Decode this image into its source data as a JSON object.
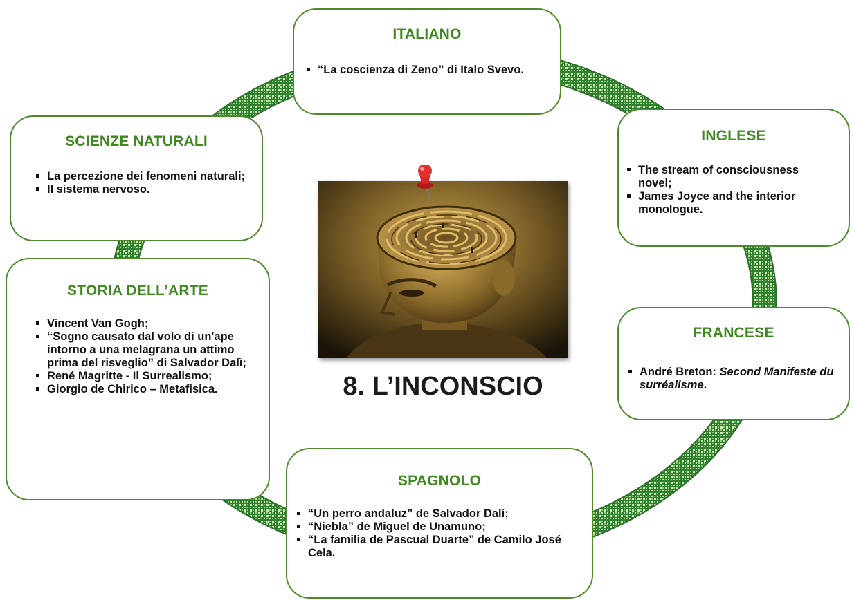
{
  "center": {
    "title": "8. L’INCONSCIO"
  },
  "boxes": {
    "italiano": {
      "title": "ITALIANO",
      "items": [
        "“La coscienza di Zeno” di Italo Svevo."
      ]
    },
    "scienze": {
      "title": "SCIENZE NATURALI",
      "items": [
        "La percezione dei fenomeni naturali;",
        "Il sistema nervoso."
      ]
    },
    "inglese": {
      "title": "INGLESE",
      "items": [
        "The stream of consciousness novel;",
        "James Joyce and the interior monologue."
      ]
    },
    "arte": {
      "title": "STORIA DELL’ARTE",
      "items": [
        "Vincent Van Gogh;",
        "“Sogno causato dal volo di un'ape intorno a una melagrana un attimo prima del risveglio” di Salvador Dalì;",
        "René Magritte - Il Surrealismo;",
        "Giorgio de Chirico – Metafisica."
      ]
    },
    "francese": {
      "title": "FRANCESE",
      "item_prefix": "André Breton: ",
      "item_italic": "Second Manifeste du surréalisme",
      "item_suffix": "."
    },
    "spagnolo": {
      "title": "SPAGNOLO",
      "items": [
        "“Un perro andaluz” de Salvador Dalí;",
        "“Niebla” de Miguel de Unamuno;",
        "“La familia de Pascual Duarte” de Camilo José Cela."
      ]
    }
  },
  "colors": {
    "border": "#4e8a2a",
    "title": "#3f8a1f",
    "ring_fill": "#86c06a"
  }
}
